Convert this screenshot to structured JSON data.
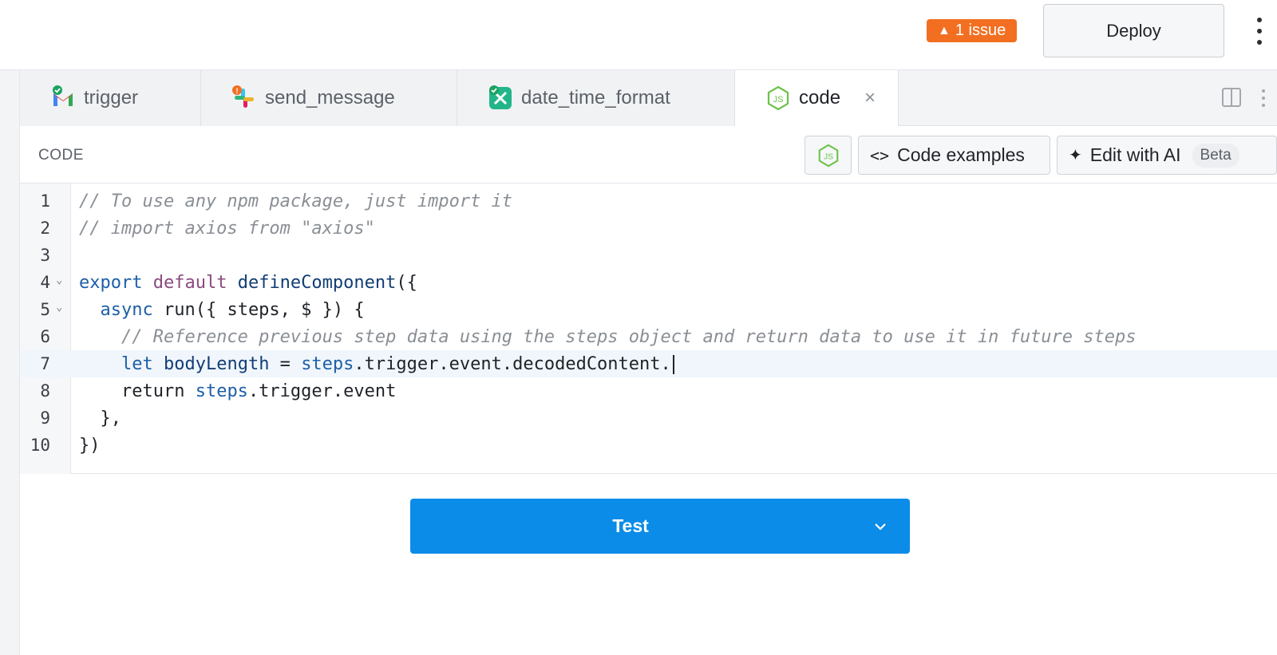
{
  "topbar": {
    "issue_label": "1 issue",
    "deploy_label": "Deploy"
  },
  "tabs": [
    {
      "label": "trigger",
      "icon": "gmail-icon"
    },
    {
      "label": "send_message",
      "icon": "slack-icon"
    },
    {
      "label": "date_time_format",
      "icon": "tools-icon"
    },
    {
      "label": "code",
      "icon": "nodejs-icon",
      "active": true,
      "close": "×"
    }
  ],
  "code_panel": {
    "label": "CODE",
    "code_examples_label": "Code examples",
    "edit_ai_label": "Edit with AI",
    "beta_label": "Beta"
  },
  "editor": {
    "active_line": 7,
    "lines": [
      {
        "n": "1",
        "text": "// To use any npm package, just import it"
      },
      {
        "n": "2",
        "text": "// import axios from \"axios\""
      },
      {
        "n": "3",
        "text": ""
      },
      {
        "n": "4",
        "text": "export default defineComponent({"
      },
      {
        "n": "5",
        "text": "  async run({ steps, $ }) {"
      },
      {
        "n": "6",
        "text": "    // Reference previous step data using the steps object and return data to use it in future steps"
      },
      {
        "n": "7",
        "text": "    let bodyLength = steps.trigger.event.decodedContent."
      },
      {
        "n": "8",
        "text": "    return steps.trigger.event"
      },
      {
        "n": "9",
        "text": "  },"
      },
      {
        "n": "10",
        "text": "})"
      }
    ]
  },
  "test": {
    "label": "Test"
  },
  "colors": {
    "accent": "#0a8ce8",
    "issue": "#f26f22"
  }
}
